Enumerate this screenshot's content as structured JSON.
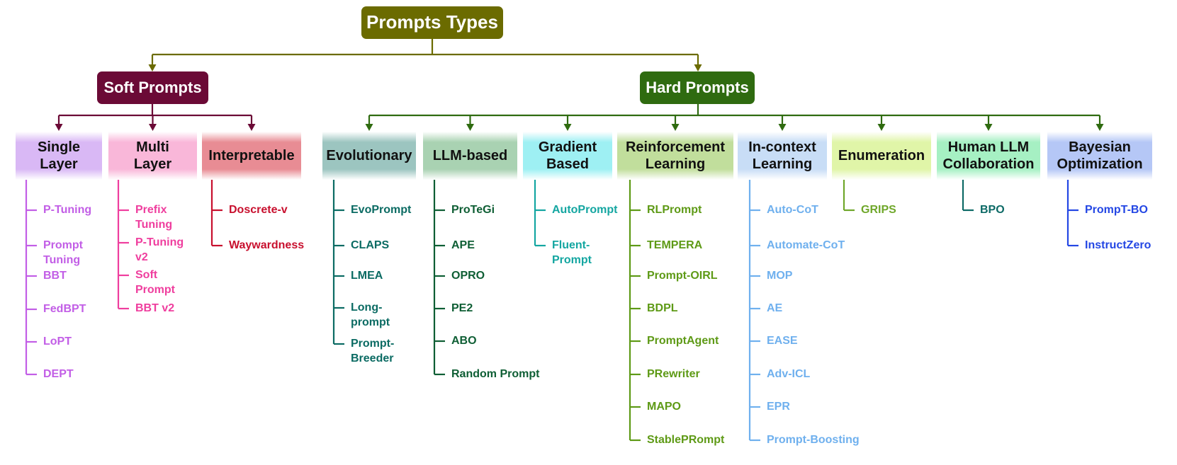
{
  "root": {
    "label": "Prompts Types",
    "color": "#6b6b00"
  },
  "branches": [
    {
      "label": "Soft Prompts",
      "color": "#6b0a36",
      "categories": [
        {
          "label": [
            "Single",
            "Layer"
          ],
          "bg": "#d9b8f5",
          "color": "#c25ee6",
          "items": [
            [
              "P-Tuning"
            ],
            [
              "Prompt",
              "Tuning"
            ],
            [
              "BBT"
            ],
            [
              "FedBPT"
            ],
            [
              "LoPT"
            ],
            [
              "DEPT"
            ]
          ]
        },
        {
          "label": [
            "Multi",
            "Layer"
          ],
          "bg": "#f9b7d9",
          "color": "#ef3e9e",
          "items": [
            [
              "Prefix",
              "Tuning"
            ],
            [
              "P-Tuning",
              "v2"
            ],
            [
              "Soft",
              "Prompt"
            ],
            [
              "BBT v2"
            ]
          ]
        },
        {
          "label": [
            "Interpretable"
          ],
          "bg": "#e88c94",
          "color": "#c8102e",
          "items": [
            [
              "Doscrete-v"
            ],
            [
              "Waywardness"
            ]
          ]
        }
      ]
    },
    {
      "label": "Hard Prompts",
      "color": "#2f6b10",
      "categories": [
        {
          "label": [
            "Evolutionary"
          ],
          "bg": "#9cc5c0",
          "color": "#0b6b63",
          "items": [
            [
              "EvoPrompt"
            ],
            [
              "CLAPS"
            ],
            [
              "LMEA"
            ],
            [
              "Long-",
              "prompt"
            ],
            [
              "Prompt-",
              "Breeder"
            ]
          ]
        },
        {
          "label": [
            "LLM-based"
          ],
          "bg": "#a9d2b2",
          "color": "#0e5e34",
          "items": [
            [
              "ProTeGi"
            ],
            [
              "APE"
            ],
            [
              "OPRO"
            ],
            [
              "PE2"
            ],
            [
              "ABO"
            ],
            [
              "Random Prompt"
            ]
          ]
        },
        {
          "label": [
            "Gradient",
            "Based"
          ],
          "bg": "#9ef0f3",
          "color": "#14a6a1",
          "items": [
            [
              "AutoPrompt"
            ],
            [
              "Fluent-",
              "Prompt"
            ]
          ]
        },
        {
          "label": [
            "Reinforcement",
            "Learning"
          ],
          "bg": "#c1de9c",
          "color": "#5e9a16",
          "items": [
            [
              "RLPrompt"
            ],
            [
              "TEMPERA"
            ],
            [
              "Prompt-OIRL"
            ],
            [
              "BDPL"
            ],
            [
              "PromptAgent"
            ],
            [
              "PRewriter"
            ],
            [
              "MAPO"
            ],
            [
              "StablePRompt"
            ]
          ]
        },
        {
          "label": [
            "In-context",
            "Learning"
          ],
          "bg": "#c8ddf6",
          "color": "#6fb0ee",
          "items": [
            [
              "Auto-CoT"
            ],
            [
              "Automate-CoT"
            ],
            [
              "MOP"
            ],
            [
              "AE"
            ],
            [
              "EASE"
            ],
            [
              "Adv-ICL"
            ],
            [
              "EPR"
            ],
            [
              "Prompt-Boosting"
            ]
          ]
        },
        {
          "label": [
            "Enumeration"
          ],
          "bg": "#e0f5a8",
          "color": "#6fa72a",
          "items": [
            [
              "GRIPS"
            ]
          ]
        },
        {
          "label": [
            "Human LLM",
            "Collaboration"
          ],
          "bg": "#a6f0c3",
          "color": "#0d6a66",
          "items": [
            [
              "BPO"
            ]
          ]
        },
        {
          "label": [
            "Bayesian",
            "Optimization"
          ],
          "bg": "#b5c7f6",
          "color": "#2447e4",
          "items": [
            [
              "PrompT-BO"
            ],
            [
              "InstructZero"
            ]
          ]
        }
      ]
    }
  ]
}
